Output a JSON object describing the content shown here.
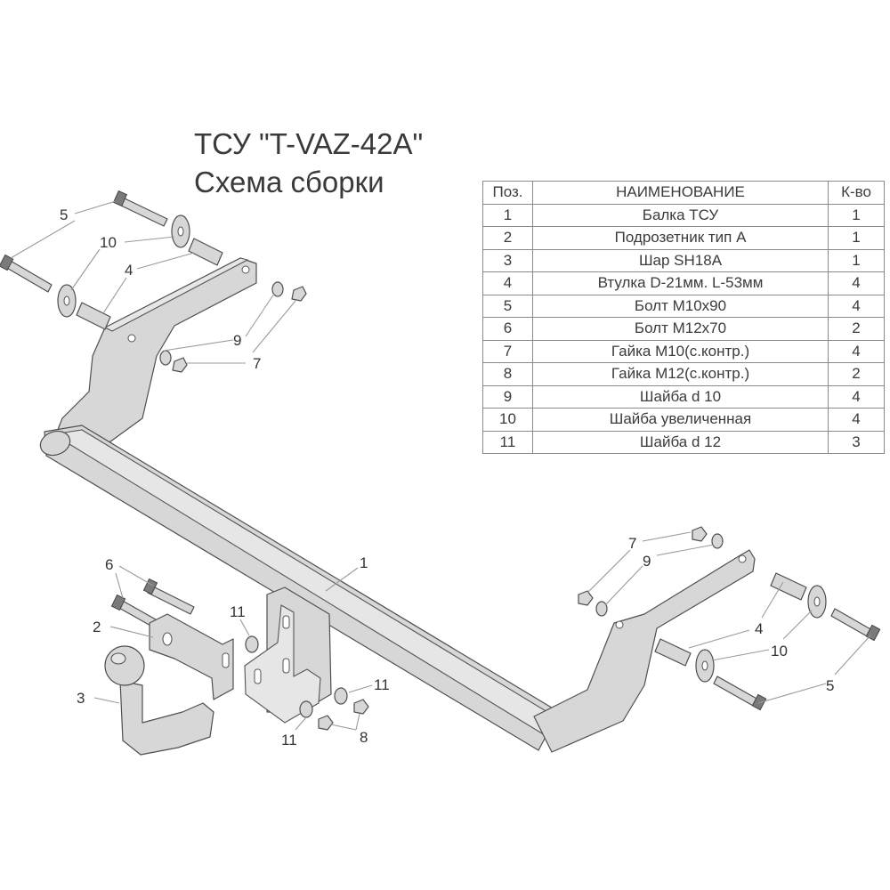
{
  "title": {
    "line1": "ТСУ \"T-VAZ-42A\"",
    "line2": "Схема сборки"
  },
  "table": {
    "headers": [
      "Поз.",
      "НАИМЕНОВАНИЕ",
      "К-во"
    ],
    "rows": [
      [
        "1",
        "Балка ТСУ",
        "1"
      ],
      [
        "2",
        "Подрозетник тип А",
        "1"
      ],
      [
        "3",
        "Шар SH18A",
        "1"
      ],
      [
        "4",
        "Втулка D-21мм.  L-53мм",
        "4"
      ],
      [
        "5",
        "Болт М10х90",
        "4"
      ],
      [
        "6",
        "Болт М12х70",
        "2"
      ],
      [
        "7",
        "Гайка  М10(с.контр.)",
        "4"
      ],
      [
        "8",
        "Гайка М12(с.контр.)",
        "2"
      ],
      [
        "9",
        "Шайба d 10",
        "4"
      ],
      [
        "10",
        "Шайба увеличенная",
        "4"
      ],
      [
        "11",
        "Шайба d 12",
        "3"
      ]
    ]
  },
  "callouts": {
    "c5_left": "5",
    "c10_left": "10",
    "c4_left": "4",
    "c9_left": "9",
    "c7_left": "7",
    "c1": "1",
    "c6": "6",
    "c2": "2",
    "c3": "3",
    "c11_top": "11",
    "c11_mid": "11",
    "c11_bot": "11",
    "c8": "8",
    "c7_right": "7",
    "c9_right": "9",
    "c4_right": "4",
    "c10_right": "10",
    "c5_right": "5"
  }
}
